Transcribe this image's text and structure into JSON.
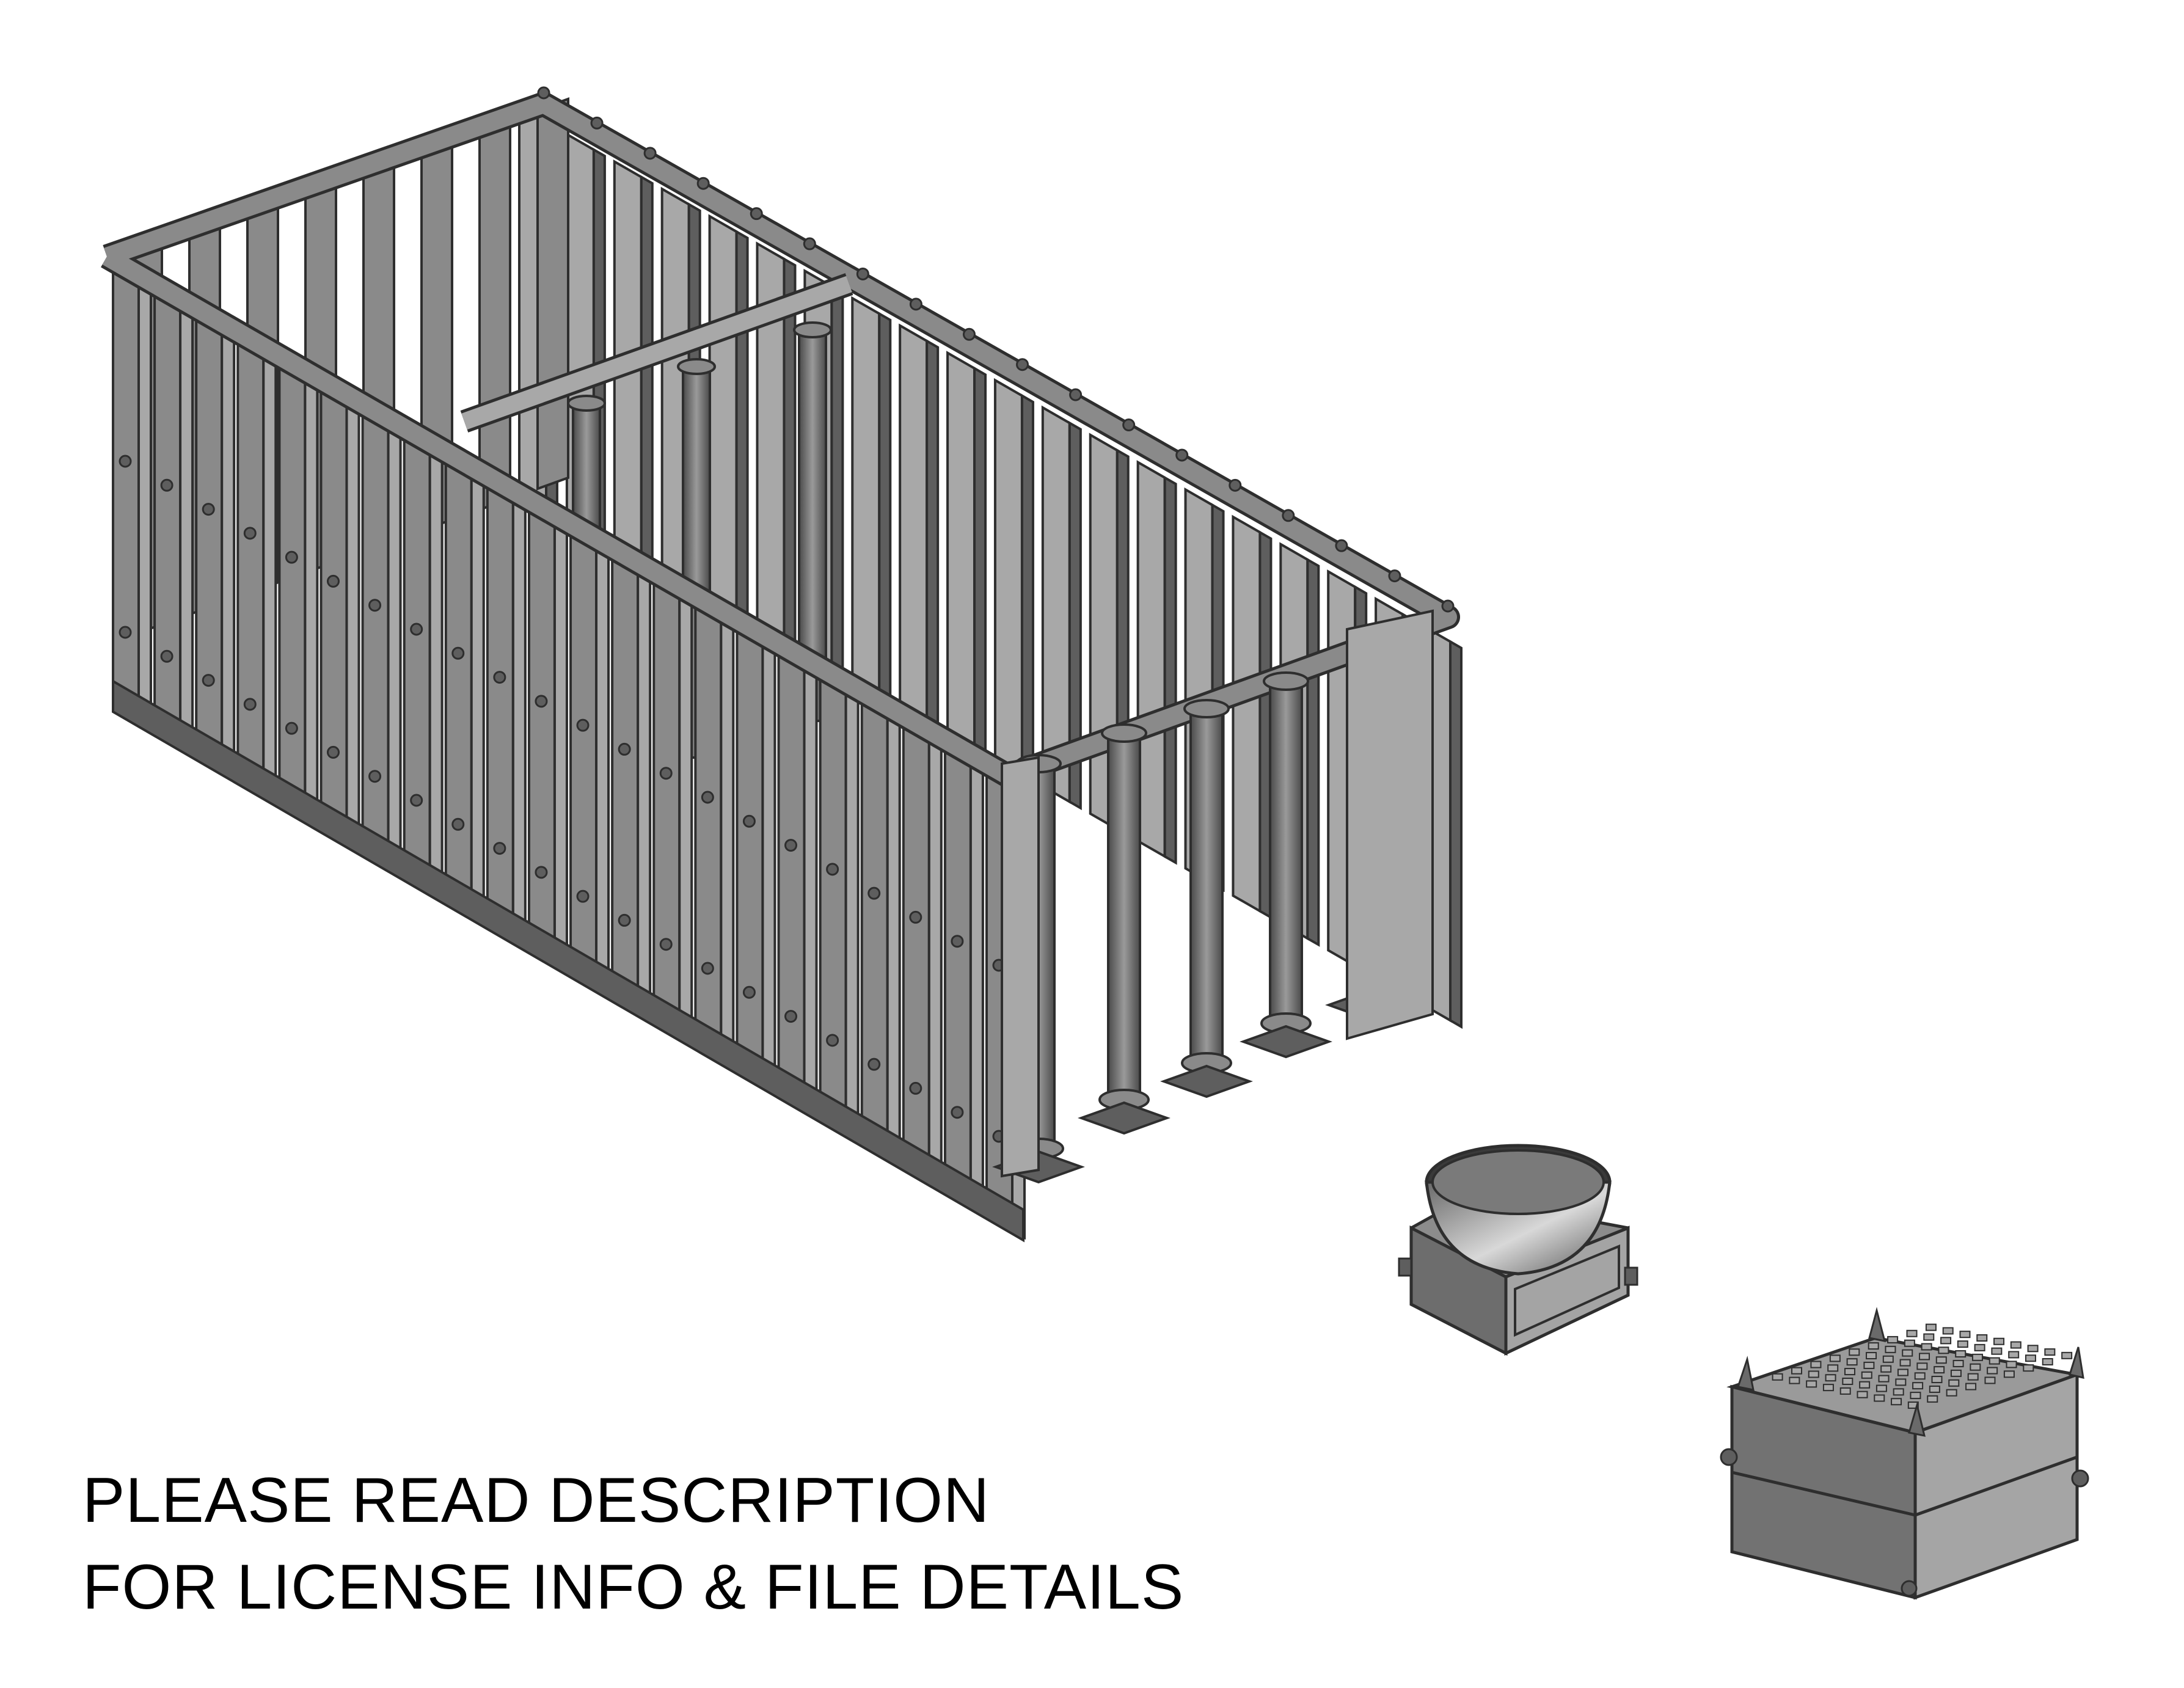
{
  "notice": {
    "line1": "PLEASE READ DESCRIPTION",
    "line2": "FOR LICENSE INFO & FILE DETAILS"
  },
  "scene": {
    "objects": [
      "tabernacle-frame-structure",
      "bronze-laver",
      "bronze-altar"
    ],
    "colors": {
      "background": "#ffffff",
      "metal_light": "#a8a8a8",
      "metal_mid": "#8a8a8a",
      "metal_dark": "#5e5e5e",
      "outline": "#2e2e2e"
    }
  }
}
